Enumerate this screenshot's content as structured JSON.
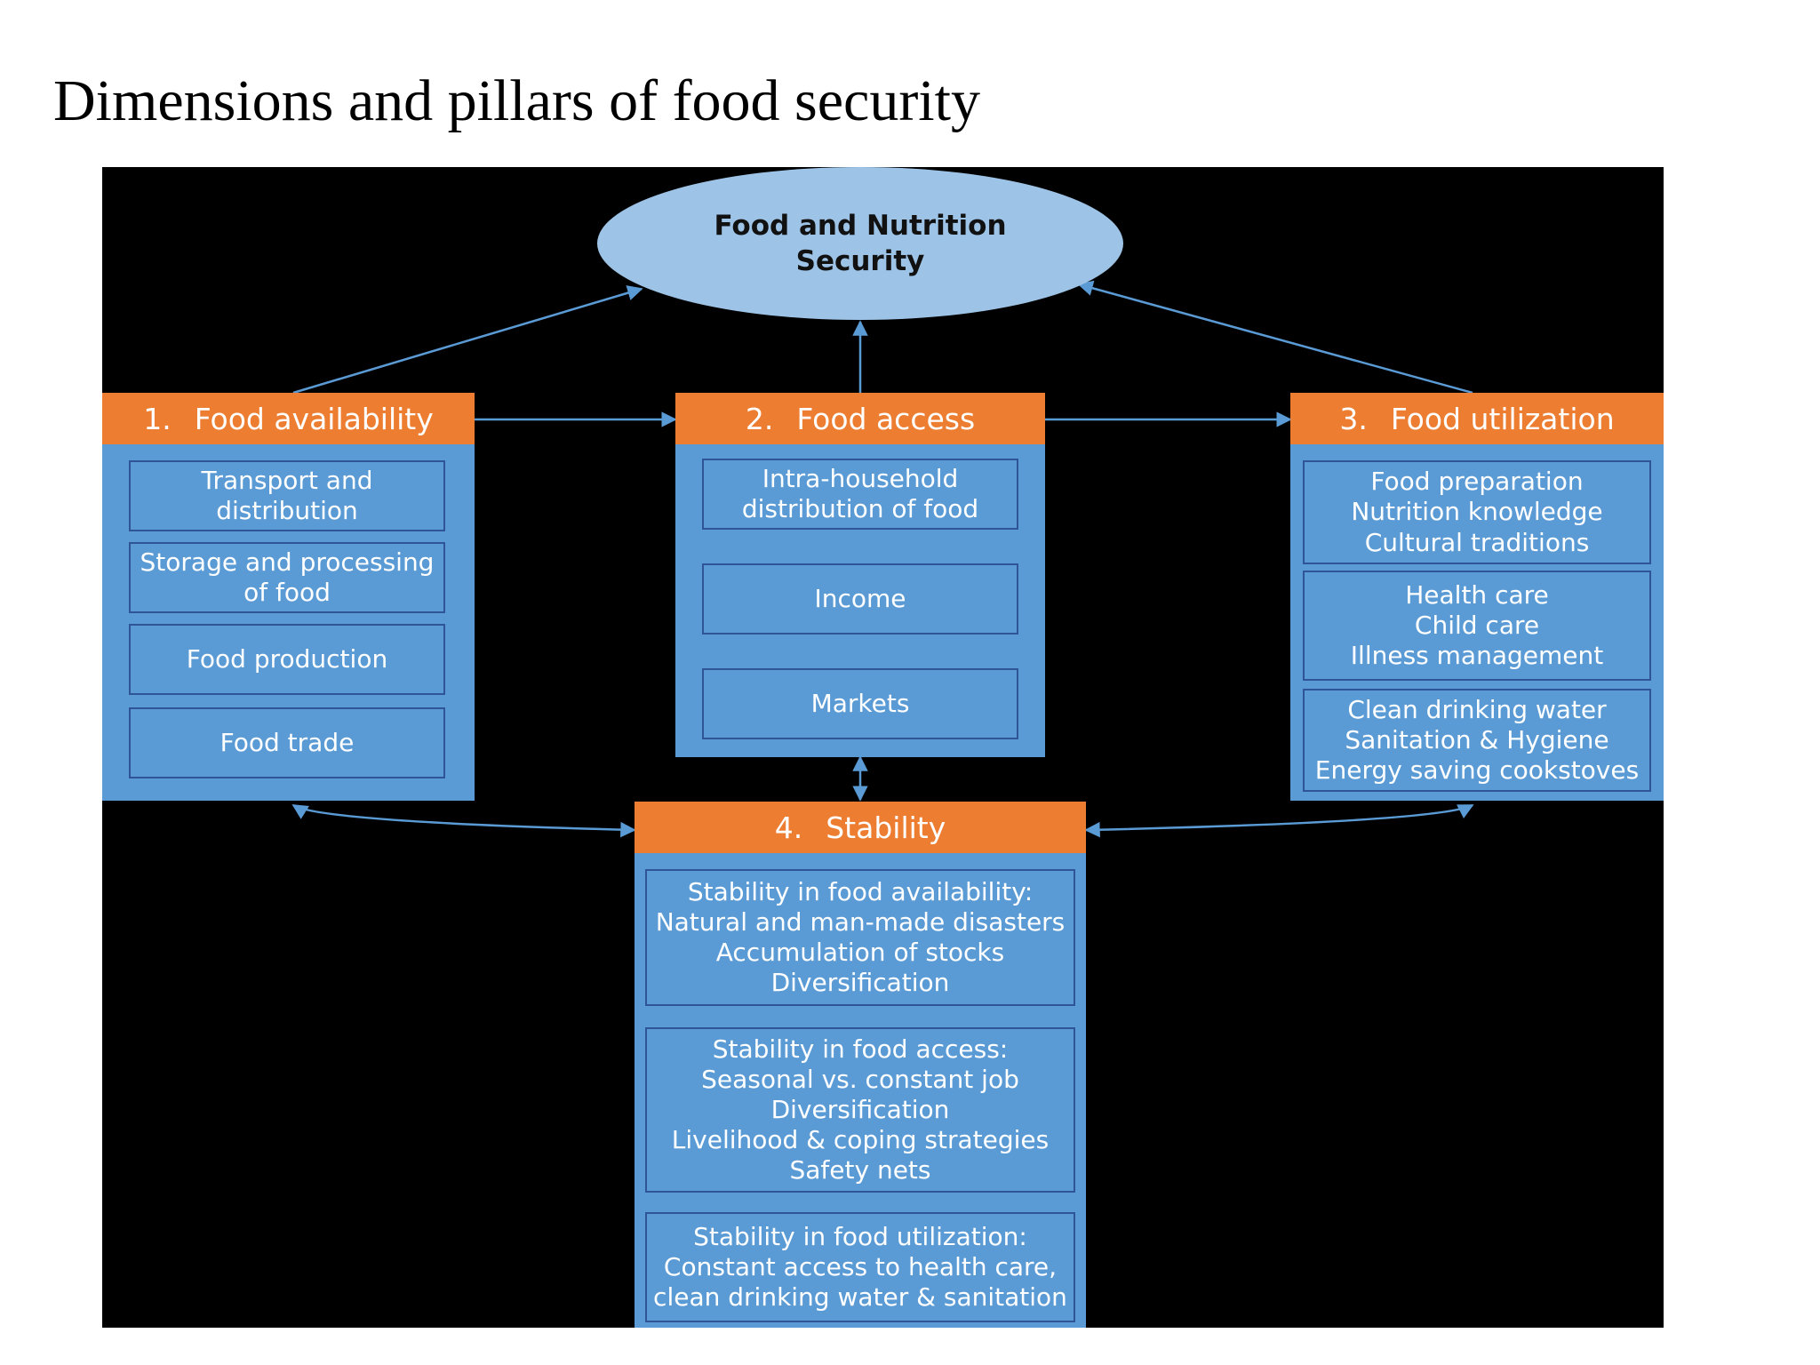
{
  "title": "Dimensions and pillars of food security",
  "colors": {
    "panel": "#000000",
    "ellipse": "#9dc3e6",
    "box": "#5b9bd5",
    "header": "#ed7d31",
    "border": "#2f5597",
    "arrow": "#5b9bd5"
  },
  "center": {
    "label": "Food and Nutrition\nSecurity"
  },
  "pillars": [
    {
      "number": "1.",
      "name": "Food availability",
      "items": [
        "Transport and\ndistribution",
        "Storage and processing\nof food",
        "Food production",
        "Food trade"
      ]
    },
    {
      "number": "2.",
      "name": "Food access",
      "items": [
        "Intra-household\ndistribution of food",
        "Income",
        "Markets"
      ]
    },
    {
      "number": "3.",
      "name": "Food utilization",
      "items": [
        "Food preparation\nNutrition knowledge\nCultural traditions",
        "Health care\nChild care\nIllness management",
        "Clean drinking water\nSanitation & Hygiene\nEnergy saving cookstoves"
      ]
    },
    {
      "number": "4.",
      "name": "Stability",
      "items": [
        "Stability in food availability:\nNatural and man-made disasters\nAccumulation of stocks\nDiversification",
        "Stability in food access:\nSeasonal vs. constant job\nDiversification\nLivelihood & coping strategies\nSafety nets",
        "Stability in food utilization:\nConstant access to health care,\nclean drinking water & sanitation"
      ]
    }
  ]
}
